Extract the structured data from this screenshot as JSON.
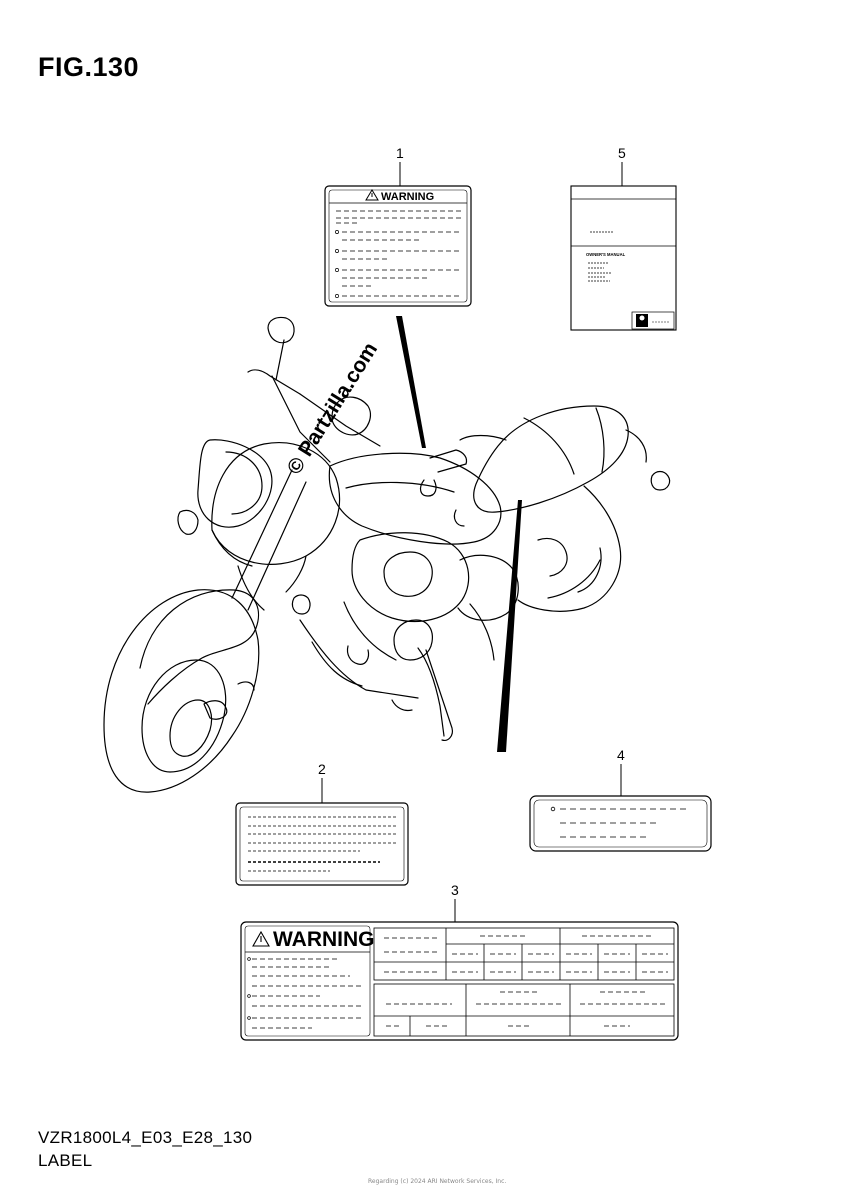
{
  "figure": {
    "title": "FIG.130",
    "model_code": "VZR1800L4_E03_E28_130",
    "section": "LABEL",
    "watermark": "© Partzilla.com",
    "copyright": "Regarding (c) 2024 ARI Network Services, Inc."
  },
  "callouts": [
    {
      "id": "1",
      "label": "1"
    },
    {
      "id": "2",
      "label": "2"
    },
    {
      "id": "3",
      "label": "3"
    },
    {
      "id": "4",
      "label": "4"
    },
    {
      "id": "5",
      "label": "5"
    }
  ],
  "labels": {
    "warning_small": {
      "heading": "WARNING"
    },
    "warning_large": {
      "heading": "WARNING"
    },
    "manual": {
      "title": "OWNER'S MANUAL"
    }
  },
  "icons": [
    "warning-triangle-icon",
    "motorcycle-illustration",
    "book-icon"
  ]
}
